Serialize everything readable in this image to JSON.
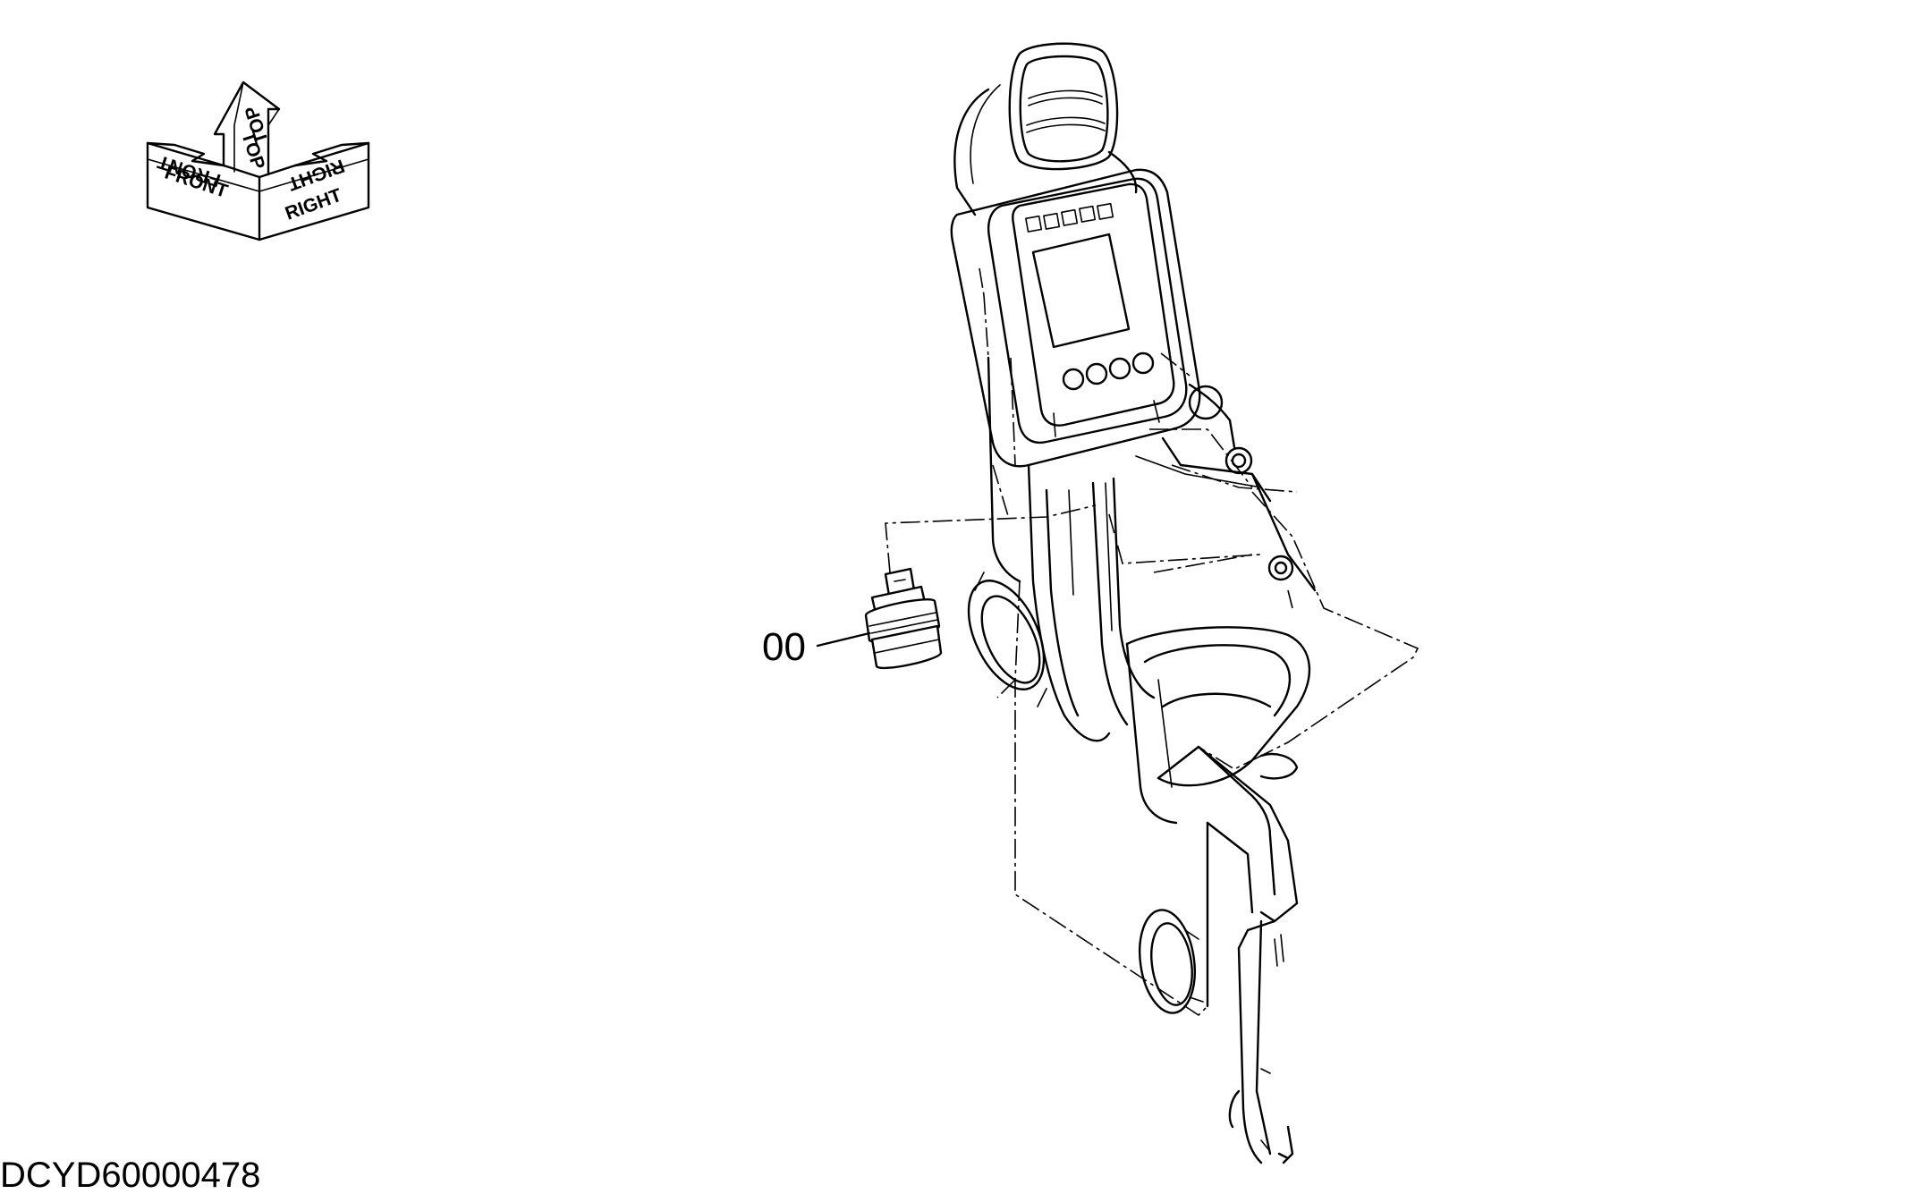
{
  "orientation": {
    "front": "FRONT",
    "top": "TOP",
    "right": "RIGHT"
  },
  "callouts": [
    {
      "label": "00"
    }
  ],
  "drawing_code": "DCYD60000478"
}
